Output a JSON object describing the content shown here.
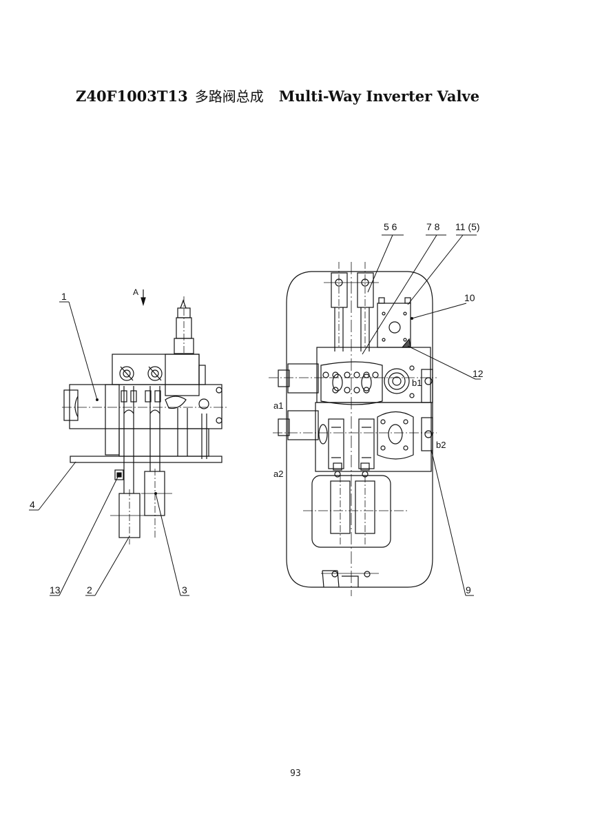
{
  "header": {
    "part_code": "Z40F1003T13",
    "title_cn": "多路阀总成",
    "title_en": "Multi-Way Inverter Valve"
  },
  "drawing": {
    "view_marker": "A",
    "callouts": {
      "c1": "1",
      "c2": "2",
      "c3": "3",
      "c4": "4",
      "c13": "13",
      "c56": "5  6",
      "c78": "7  8",
      "c11": "11 (5)",
      "c10": "10",
      "c12": "12",
      "c9": "9"
    },
    "ports": {
      "a1": "a1",
      "a2": "a2",
      "b1": "b1",
      "b2": "b2"
    }
  },
  "footer": {
    "page_number": "93"
  }
}
